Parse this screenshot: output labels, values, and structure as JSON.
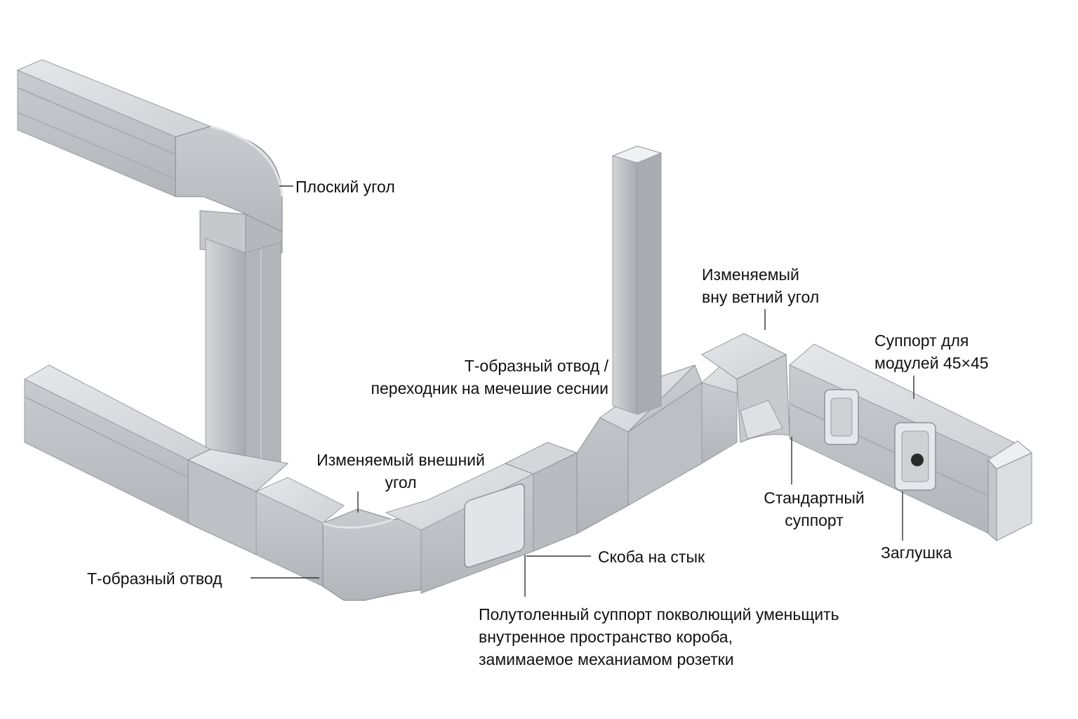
{
  "labels": {
    "flat_corner": "Плоский угол",
    "variable_inner_corner": [
      "Изменяемый",
      "вну ветний угол"
    ],
    "support_45": [
      "Суппорт для",
      "модулей 45×45"
    ],
    "t_branch_adapter": [
      "Т-образный отвод /",
      "переходник на мечешие сеснии"
    ],
    "variable_outer_corner": [
      "Изменяемый внешний",
      "угол"
    ],
    "standard_support": [
      "Стандартный",
      "суппорт"
    ],
    "end_cap": "Заглушка",
    "joint_clip": "Скоба на стык",
    "t_branch": "Т-образный отвод",
    "half_support": [
      "Полутоленный суппорт покволющий уменьщить",
      "внутренное пространство короба,",
      "замимаемое механиамом розетки"
    ]
  },
  "colors": {
    "duct_light": "#dcdde0",
    "duct_mid": "#c3c5c9",
    "duct_dark": "#a4a7ac",
    "edge": "#8e9196",
    "leader": "#333333"
  }
}
